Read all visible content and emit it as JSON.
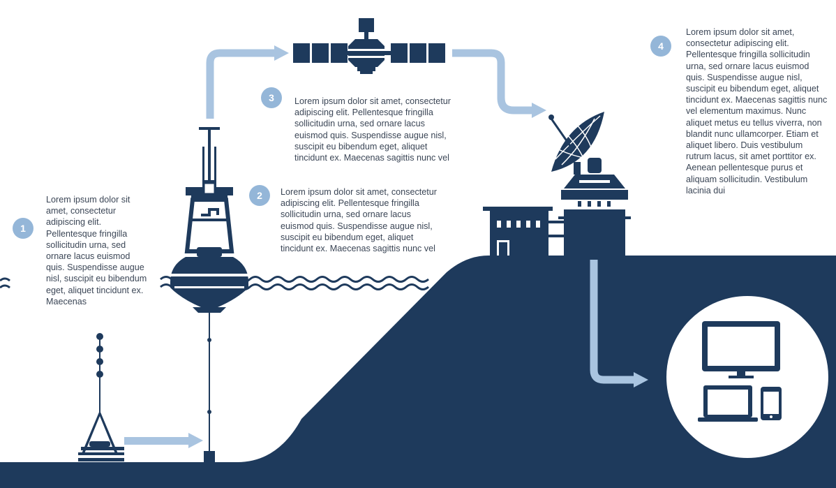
{
  "colors": {
    "navy": "#1e3a5c",
    "arrow": "#a9c4e0",
    "badge": "#94b6d8",
    "text": "#3b4656",
    "background": "#ffffff"
  },
  "steps": [
    {
      "number": "1",
      "text": "Lorem ipsum dolor sit amet, consectetur adipiscing elit. Pellentesque fringilla sollicitudin urna, sed ornare lacus euismod quis. Suspendisse augue nisl, suscipit eu bibendum eget, aliquet tincidunt ex. Maecenas"
    },
    {
      "number": "2",
      "text": "Lorem ipsum dolor sit amet, consectetur adipiscing elit. Pellentesque fringilla sollicitudin urna, sed ornare lacus euismod quis. Suspendisse augue nisl, suscipit eu bibendum eget, aliquet tincidunt ex. Maecenas sagittis nunc vel"
    },
    {
      "number": "3",
      "text": "Lorem ipsum dolor sit amet, consectetur adipiscing elit. Pellentesque fringilla sollicitudin urna, sed ornare lacus euismod quis. Suspendisse augue nisl, suscipit eu bibendum eget, aliquet tincidunt ex. Maecenas sagittis nunc vel"
    },
    {
      "number": "4",
      "text": "Lorem ipsum dolor sit amet, consectetur adipiscing elit. Pellentesque fringilla sollicitudin urna, sed ornare lacus euismod quis. Suspendisse augue nisl, suscipit eu bibendum eget, aliquet tincidunt ex. Maecenas sagittis nunc vel elementum maximus. Nunc aliquet metus eu tellus viverra, non blandit nunc ullamcorper. Etiam et aliquet libero. Duis vestibulum rutrum lacus, sit amet porttitor ex. Aenean pellentesque purus et aliquam sollicitudin. Vestibulum lacinia dui"
    }
  ],
  "icons": [
    "seafloor-sensor-icon",
    "buoy-icon",
    "satellite-icon",
    "dish-antenna-icon",
    "ground-station-icon",
    "monitor-icon",
    "laptop-icon",
    "phone-icon"
  ]
}
